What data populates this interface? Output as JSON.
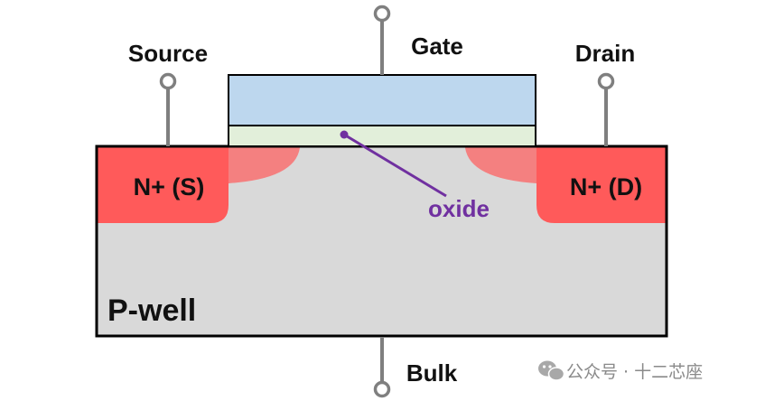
{
  "terminals": {
    "gate": "Gate",
    "source": "Source",
    "drain": "Drain",
    "bulk": "Bulk"
  },
  "regions": {
    "source": "N+ (S)",
    "drain": "N+ (D)",
    "substrate": "P-well",
    "oxide": "oxide"
  },
  "watermark": {
    "text": "公众号 · 十二芯座",
    "icon": "wechat-icon"
  },
  "colors": {
    "gate": "#bdd7ee",
    "oxide": "#e2efda",
    "n_plus": "#ff5a5a",
    "n_plus_light": "#f48080",
    "substrate": "#d9d9d9",
    "terminal": "#7f7f7f",
    "oxide_label": "#7030a0",
    "outline": "#000000"
  }
}
